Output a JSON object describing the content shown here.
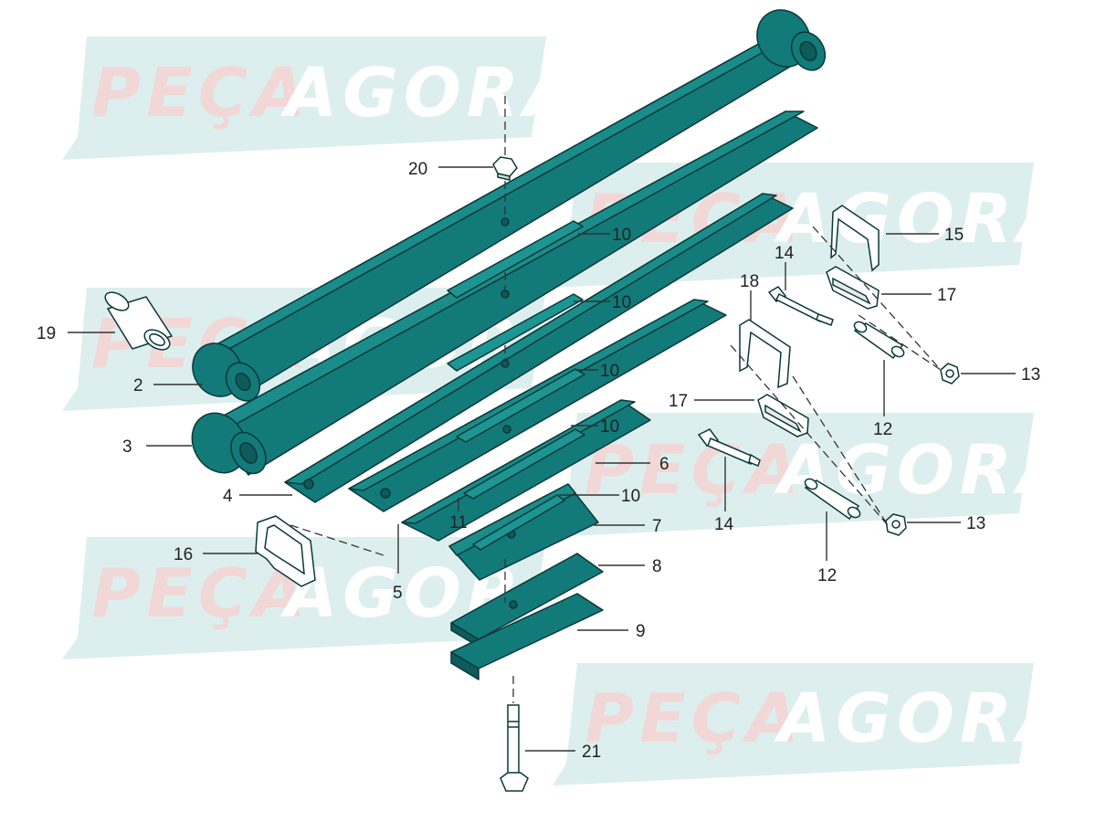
{
  "colors": {
    "part_fill": "#137a7a",
    "part_top": "#1a8c8a",
    "part_outline": "#0a3838",
    "leader_line": "#333333",
    "callout_text": "#222222",
    "watermark_panel": "#dcefee",
    "watermark_peca": "#f2d7d7",
    "watermark_agora": "#ffffff"
  },
  "watermark": {
    "peca": "PEÇA",
    "agora": "AGORA"
  },
  "callouts": [
    {
      "id": "c20",
      "text": "20"
    },
    {
      "id": "c10a",
      "text": "10"
    },
    {
      "id": "c10b",
      "text": "10"
    },
    {
      "id": "c10c",
      "text": "10"
    },
    {
      "id": "c10d",
      "text": "10"
    },
    {
      "id": "c10e",
      "text": "10"
    },
    {
      "id": "c19",
      "text": "19"
    },
    {
      "id": "c2",
      "text": "2"
    },
    {
      "id": "c3",
      "text": "3"
    },
    {
      "id": "c4",
      "text": "4"
    },
    {
      "id": "c5",
      "text": "5"
    },
    {
      "id": "c6",
      "text": "6"
    },
    {
      "id": "c7",
      "text": "7"
    },
    {
      "id": "c8",
      "text": "8"
    },
    {
      "id": "c9",
      "text": "9"
    },
    {
      "id": "c11",
      "text": "11"
    },
    {
      "id": "c16",
      "text": "16"
    },
    {
      "id": "c15",
      "text": "15"
    },
    {
      "id": "c14a",
      "text": "14"
    },
    {
      "id": "c18",
      "text": "18"
    },
    {
      "id": "c17a",
      "text": "17"
    },
    {
      "id": "c13a",
      "text": "13"
    },
    {
      "id": "c12a",
      "text": "12"
    },
    {
      "id": "c17b",
      "text": "17"
    },
    {
      "id": "c14b",
      "text": "14"
    },
    {
      "id": "c13b",
      "text": "13"
    },
    {
      "id": "c12b",
      "text": "12"
    },
    {
      "id": "c21",
      "text": "21"
    }
  ]
}
